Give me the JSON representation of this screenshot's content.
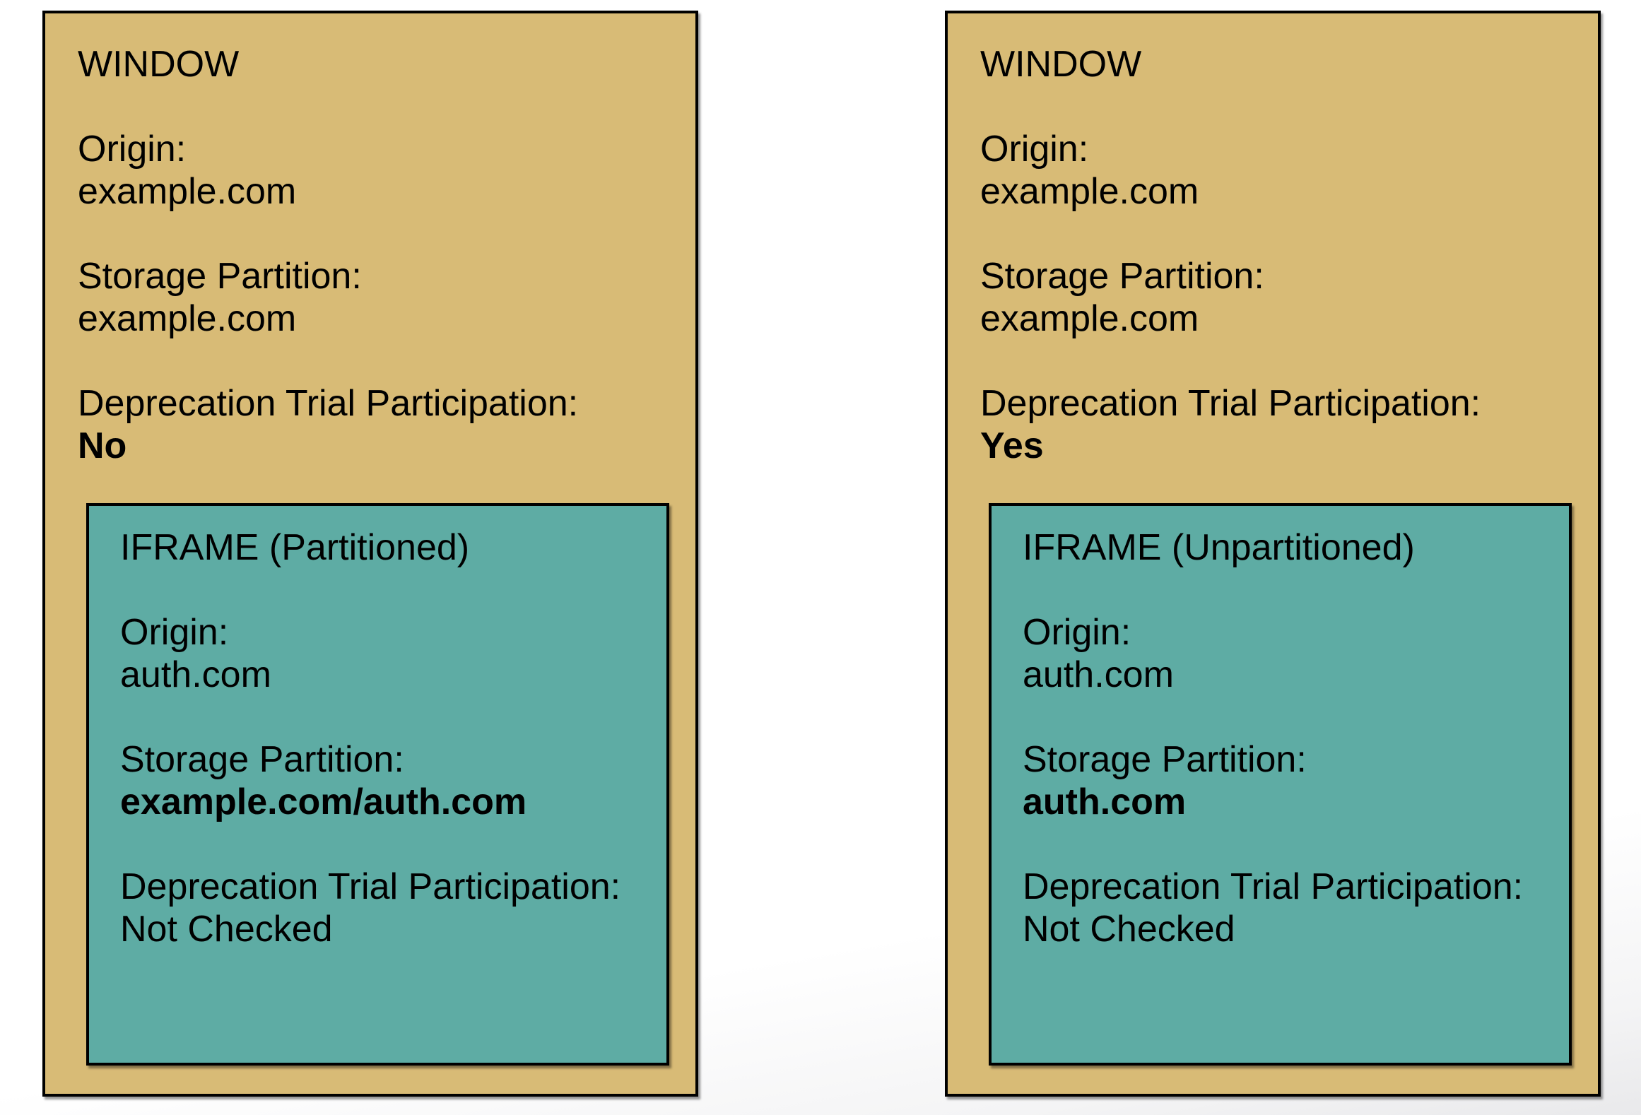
{
  "colors": {
    "window_bg": "#d8bb76",
    "iframe_bg": "#5eaca4",
    "border": "#000000",
    "page_bg": "#ffffff"
  },
  "panels": [
    {
      "window": {
        "title": "WINDOW",
        "origin_label": "Origin:",
        "origin_value": "example.com",
        "storage_label": "Storage Partition:",
        "storage_value": "example.com",
        "deprecation_label": "Deprecation Trial Participation:",
        "deprecation_value": "No"
      },
      "iframe": {
        "title": "IFRAME (Partitioned)",
        "origin_label": "Origin:",
        "origin_value": "auth.com",
        "storage_label": "Storage Partition:",
        "storage_value": "example.com/auth.com",
        "deprecation_label": "Deprecation Trial Participation:",
        "deprecation_value": "Not Checked"
      }
    },
    {
      "window": {
        "title": "WINDOW",
        "origin_label": "Origin:",
        "origin_value": "example.com",
        "storage_label": "Storage Partition:",
        "storage_value": "example.com",
        "deprecation_label": "Deprecation Trial Participation:",
        "deprecation_value": "Yes"
      },
      "iframe": {
        "title": "IFRAME (Unpartitioned)",
        "origin_label": "Origin:",
        "origin_value": "auth.com",
        "storage_label": "Storage Partition:",
        "storage_value": "auth.com",
        "deprecation_label": "Deprecation Trial Participation:",
        "deprecation_value": "Not Checked"
      }
    }
  ]
}
